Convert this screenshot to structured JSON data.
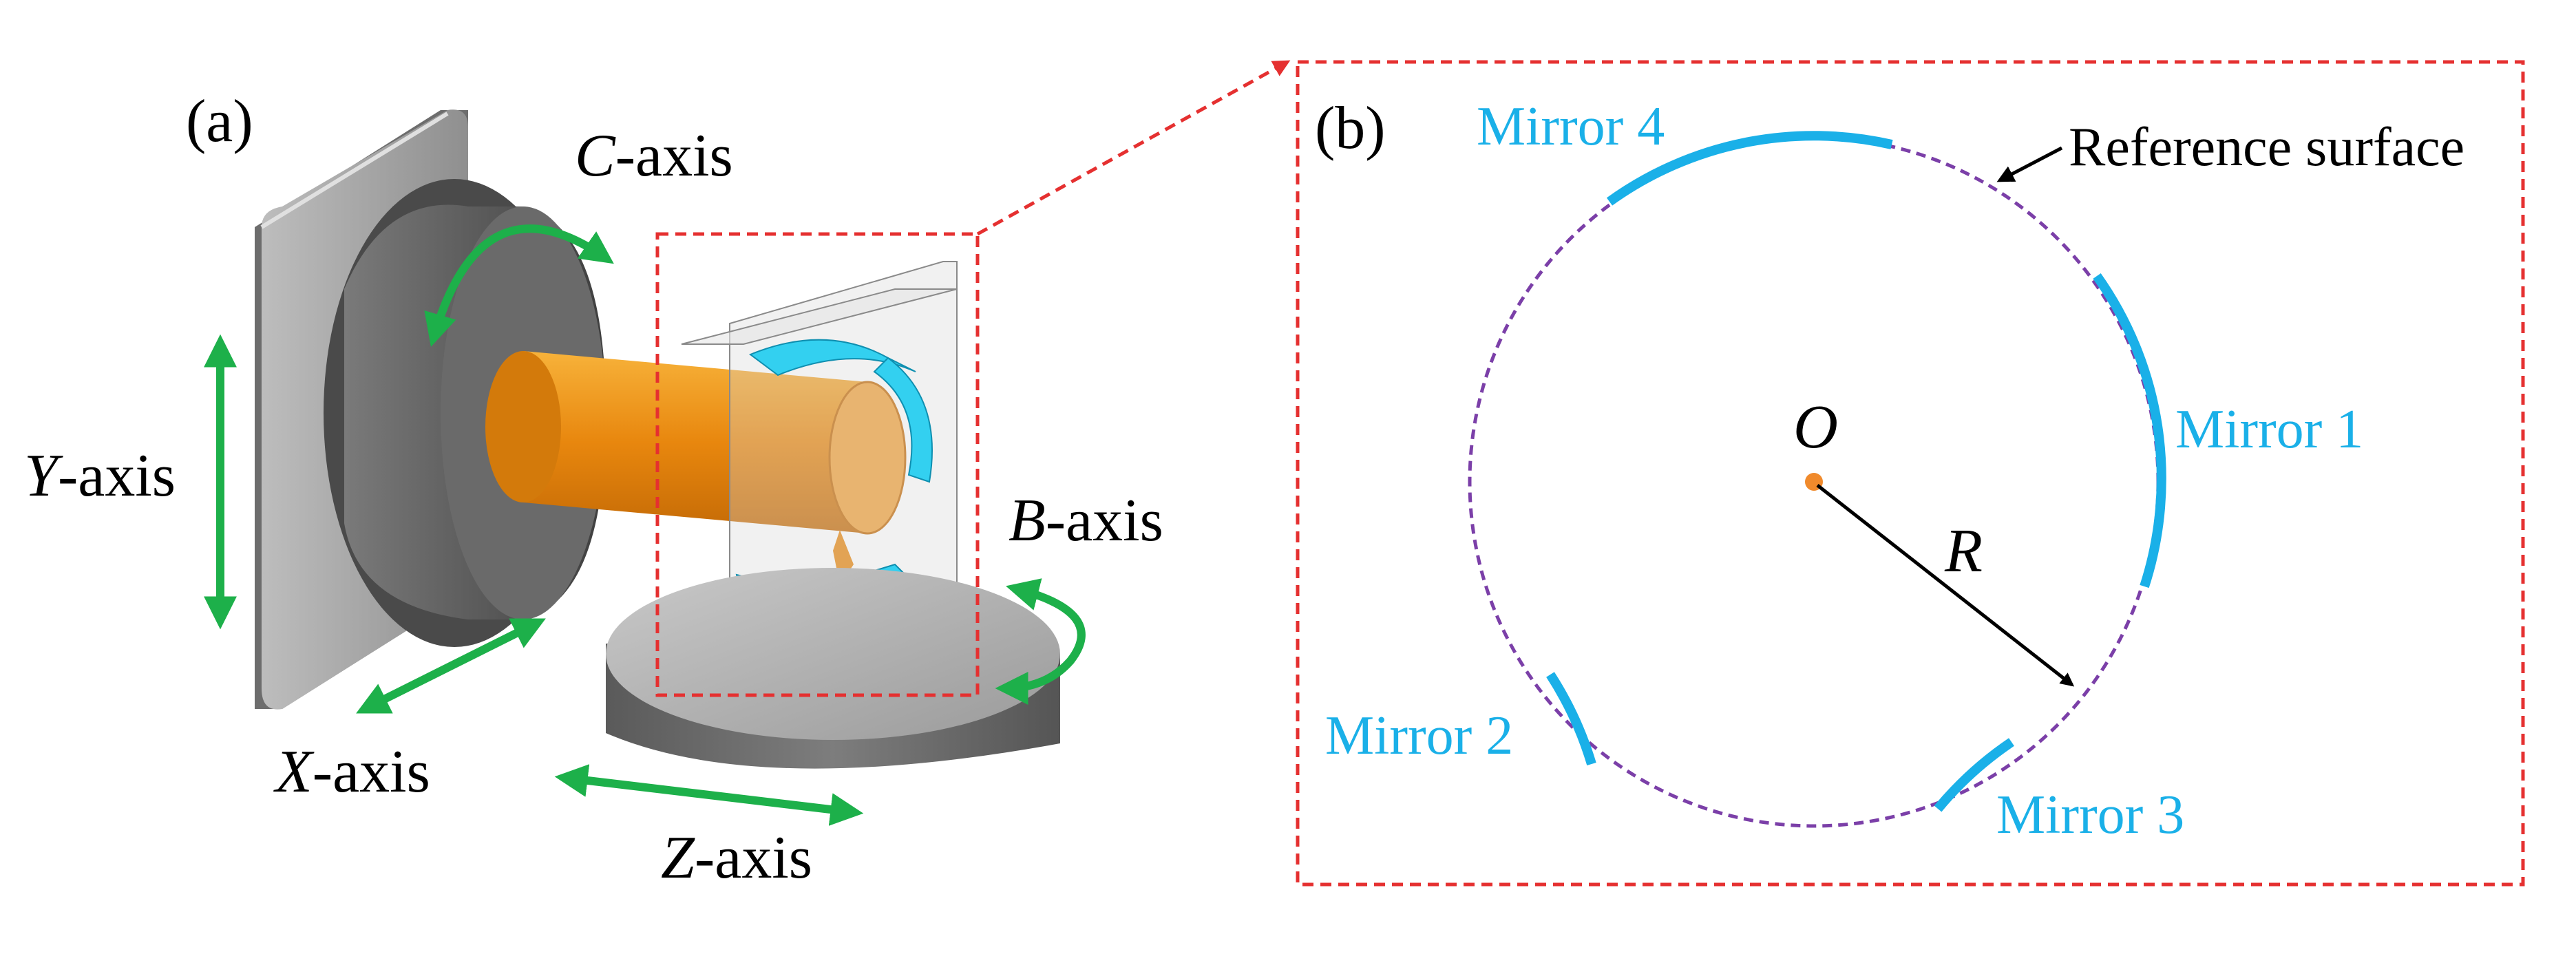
{
  "panel_a": {
    "label": "(a)",
    "axes": {
      "c_letter": "C",
      "c_rest": "-axis",
      "y_letter": "Y",
      "y_rest": "-axis",
      "x_letter": "X",
      "x_rest": "-axis",
      "z_letter": "Z",
      "z_rest": "-axis",
      "b_letter": "B",
      "b_rest": "-axis"
    }
  },
  "panel_b": {
    "label": "(b)",
    "reference_surface": "Reference surface",
    "center": "O",
    "radius": "R",
    "mirrors": [
      "Mirror 1",
      "Mirror 2",
      "Mirror 3",
      "Mirror 4"
    ]
  },
  "colors": {
    "axis_arrow": "#1db04a",
    "mirror": "#1ab0e8",
    "workpiece": "#f39a1d",
    "reference_circle": "#7b3fa8",
    "zoom_box": "#e53030",
    "center_point": "#f08a2c"
  }
}
